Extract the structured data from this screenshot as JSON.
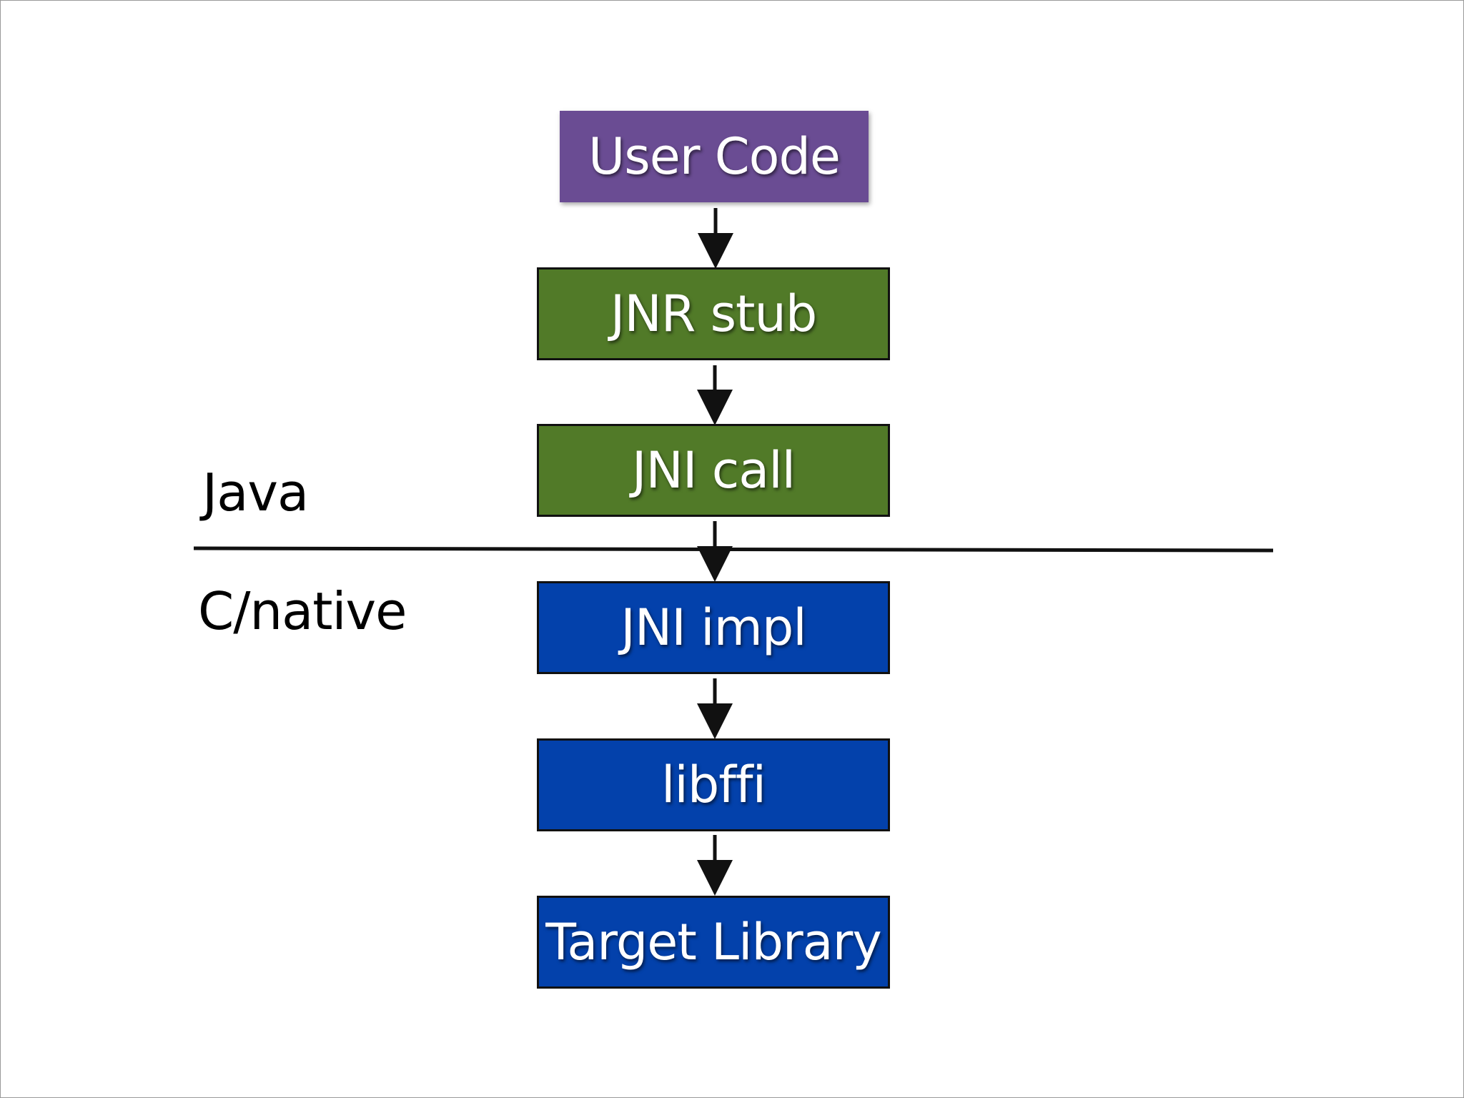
{
  "nodes": [
    {
      "id": "user-code",
      "label": "User Code",
      "color": "#6a4c93"
    },
    {
      "id": "jnr-stub",
      "label": "JNR stub",
      "color": "#517a28"
    },
    {
      "id": "jni-call",
      "label": "JNI call",
      "color": "#517a28"
    },
    {
      "id": "jni-impl",
      "label": "JNI impl",
      "color": "#0341ab"
    },
    {
      "id": "libffi",
      "label": "libffi",
      "color": "#0341ab"
    },
    {
      "id": "target-library",
      "label": "Target Library",
      "color": "#0341ab"
    }
  ],
  "layers": {
    "java": "Java",
    "native": "C/native"
  },
  "colors": {
    "line": "#111111",
    "background": "#ffffff"
  }
}
